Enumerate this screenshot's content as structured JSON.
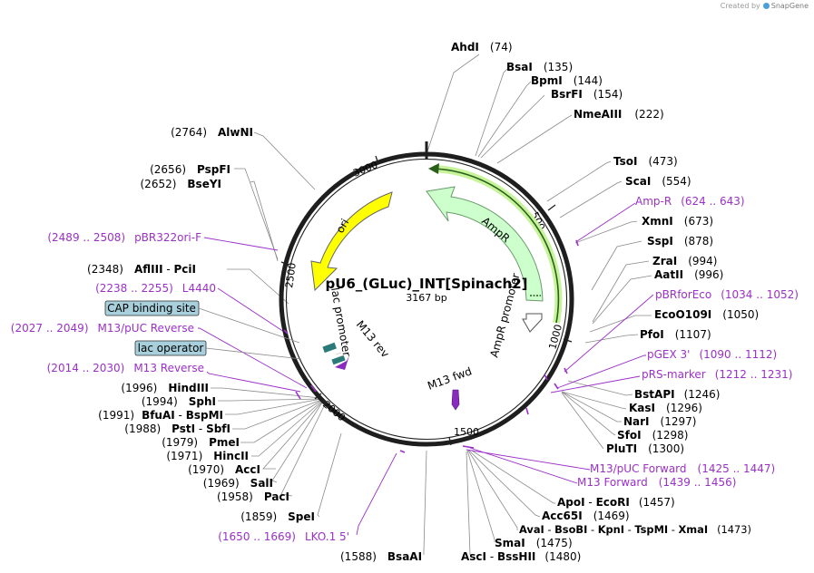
{
  "branding": {
    "created_by": "Created by",
    "app": "SnapGene"
  },
  "plasmid": {
    "name": "pU6_(GLuc)_INT[Spinach2]",
    "size": "3167 bp"
  },
  "tick_labels": [
    "500",
    "1000",
    "1500",
    "2000",
    "2500",
    "3000"
  ],
  "sites_top": [
    {
      "name": "AhdI",
      "pos": "(74)"
    },
    {
      "name": "BsaI",
      "pos": "(135)"
    },
    {
      "name": "BpmI",
      "pos": "(144)"
    },
    {
      "name": "BsrFI",
      "pos": "(154)"
    },
    {
      "name": "NmeAIII",
      "pos": "(222)"
    },
    {
      "name": "TsoI",
      "pos": "(473)"
    },
    {
      "name": "ScaI",
      "pos": "(554)"
    }
  ],
  "sites_right": [
    {
      "name": "XmnI",
      "pos": "(673)"
    },
    {
      "name": "SspI",
      "pos": "(878)"
    },
    {
      "name": "ZraI",
      "pos": "(994)"
    },
    {
      "name": "AatII",
      "pos": "(996)"
    },
    {
      "name": "EcoO109I",
      "pos": "(1050)"
    },
    {
      "name": "PfoI",
      "pos": "(1107)"
    },
    {
      "name": "BstAPI",
      "pos": "(1246)"
    },
    {
      "name": "KasI",
      "pos": "(1296)"
    },
    {
      "name": "NarI",
      "pos": "(1297)"
    },
    {
      "name": "SfoI",
      "pos": "(1298)"
    },
    {
      "name": "PluTI",
      "pos": "(1300)"
    }
  ],
  "primers_right": [
    {
      "name": "Amp-R",
      "range": "(624 .. 643)"
    },
    {
      "name": "pBRforEco",
      "range": "(1034 .. 1052)"
    },
    {
      "name": "pGEX 3'",
      "range": "(1090 .. 1112)"
    },
    {
      "name": "pRS-marker",
      "range": "(1212 .. 1231)"
    },
    {
      "name": "M13/pUC Forward",
      "range": "(1425 .. 1447)"
    },
    {
      "name": "M13 Forward",
      "range": "(1439 .. 1456)"
    }
  ],
  "sites_bottom": [
    {
      "name": "ApoI",
      "sep": " - ",
      "name2": "EcoRI",
      "pos": "(1457)"
    },
    {
      "name": "Acc65I",
      "pos": "(1469)"
    },
    {
      "name": "AvaI",
      "sep": " - ",
      "name2": "BsoBI",
      "sep2": " - ",
      "name3": "KpnI",
      "sep3": " - ",
      "name4": "TspMI",
      "sep4": " - ",
      "name5": "XmaI",
      "pos": "(1473)"
    },
    {
      "name": "SmaI",
      "pos": "(1475)"
    },
    {
      "name": "AscI",
      "sep": " - ",
      "name2": "BssHII",
      "pos": "(1480)"
    },
    {
      "name": "BsaAI",
      "pos": "(1588)"
    }
  ],
  "sites_left": [
    {
      "name": "AlwNI",
      "pos": "(2764)"
    },
    {
      "name": "PspFI",
      "pos": "(2656)"
    },
    {
      "name": "BseYI",
      "pos": "(2652)"
    },
    {
      "name": "AflIII",
      "sep": " - ",
      "name2": "PciI",
      "pos": "(2348)"
    },
    {
      "name": "HindIII",
      "pos": "(1996)"
    },
    {
      "name": "SphI",
      "pos": "(1994)"
    },
    {
      "name": "BfuAI",
      "sep": " - ",
      "name2": "BspMI",
      "pos": "(1991)"
    },
    {
      "name": "PstI",
      "sep": " - ",
      "name2": "SbfI",
      "pos": "(1988)"
    },
    {
      "name": "PmeI",
      "pos": "(1979)"
    },
    {
      "name": "HincII",
      "pos": "(1971)"
    },
    {
      "name": "AccI",
      "pos": "(1970)"
    },
    {
      "name": "SalI",
      "pos": "(1969)"
    },
    {
      "name": "PacI",
      "pos": "(1958)"
    },
    {
      "name": "SpeI",
      "pos": "(1859)"
    }
  ],
  "primers_left": [
    {
      "name": "pBR322ori-F",
      "range": "(2489 .. 2508)"
    },
    {
      "name": "L4440",
      "range": "(2238 .. 2255)"
    },
    {
      "name": "M13/pUC Reverse",
      "range": "(2027 .. 2049)"
    },
    {
      "name": "M13 Reverse",
      "range": "(2014 .. 2030)"
    },
    {
      "name": "LKO.1 5'",
      "range": "(1650 .. 1669)"
    }
  ],
  "boxed_features": [
    "CAP binding site",
    "lac operator"
  ],
  "features": {
    "ori": "ori",
    "ampr": "AmpR",
    "ampr_promoter": "AmpR promoter",
    "lac_promoter": "lac promoter",
    "m13_rev": "M13 rev",
    "m13_fwd": "M13 fwd"
  },
  "colors": {
    "site_label": "#000000",
    "primer_label": "#9b30c8",
    "ori": "#ffff00",
    "ampr": "#ccffcc",
    "ampr_highlight": "#b5f08a",
    "boxed_bg": "#a8d0dc",
    "lac_operator": "#2a7a7a",
    "backbone": "#1e1e1e"
  }
}
